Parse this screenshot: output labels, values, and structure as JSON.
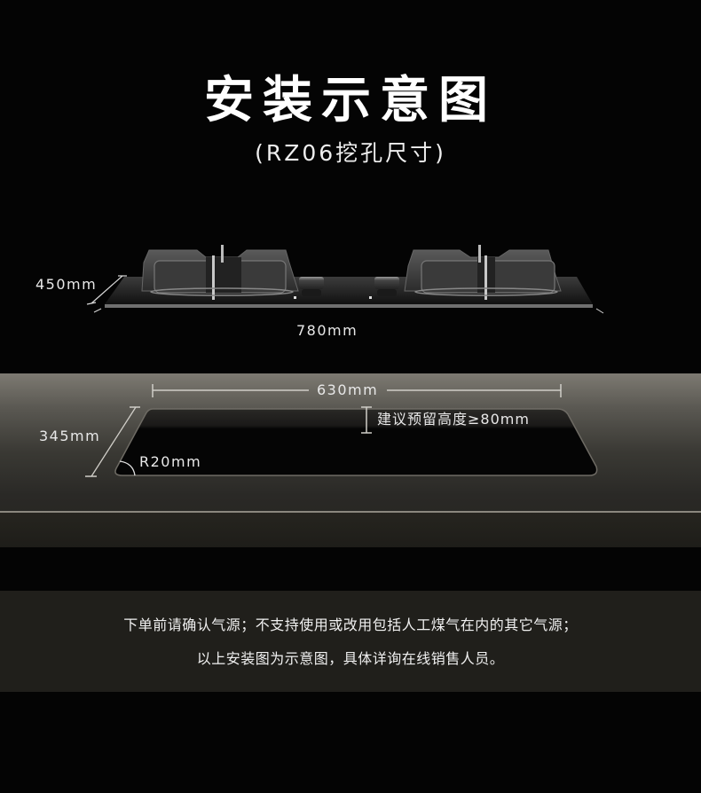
{
  "header": {
    "title": "安装示意图",
    "subtitle": "(RZ06挖孔尺寸)"
  },
  "product_view": {
    "depth_label": "450mm",
    "width_label": "780mm"
  },
  "cutout_view": {
    "width_label": "630mm",
    "depth_label": "345mm",
    "corner_radius_label": "R20mm",
    "clearance_label": "建议预留高度≥80mm"
  },
  "notice": {
    "line1": "下单前请确认气源；不支持使用或改用包括人工煤气在内的其它气源；",
    "line2": "以上安装图为示意图，具体详询在线销售人员。"
  },
  "colors": {
    "background": "#040404",
    "text": "#ffffff",
    "countertop": "#5a5852",
    "notice_band": "#201f1b"
  }
}
